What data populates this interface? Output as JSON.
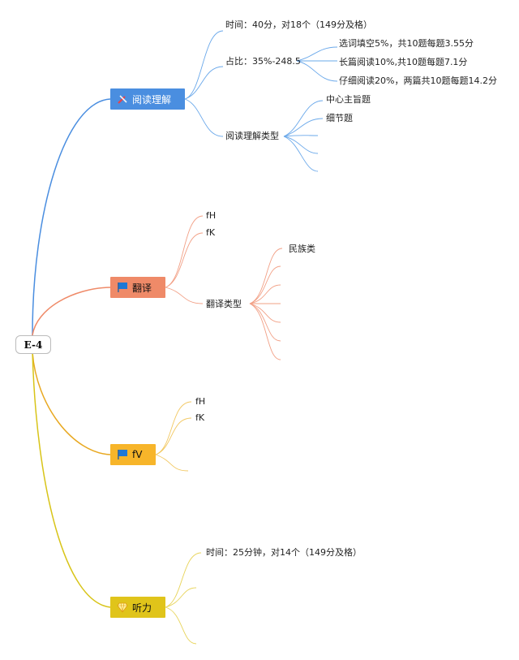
{
  "root": "E-4",
  "branches": {
    "reading": {
      "label": "阅读理解",
      "icon": "pencil-ruler-icon",
      "color": "#4a8ee0",
      "time": "时间：40分，对18个（149分及格）",
      "ratio": "占比：35%-248.5",
      "ratio_items": [
        "选词填空5%，共10题每题3.55分",
        "长篇阅读10%,共10题每题7.1分",
        "仔细阅读20%，两篇共10题每题14.2分"
      ],
      "types_label": "阅读理解类型",
      "types": [
        "中心主旨题",
        "细节题",
        "",
        "",
        ""
      ]
    },
    "translation": {
      "label": "翻译",
      "icon": "flag-icon",
      "color": "#ef8a68",
      "items": [
        "fH",
        "fK"
      ],
      "types_label": "翻译类型",
      "types": [
        "民族类",
        "",
        "",
        "",
        "",
        ""
      ]
    },
    "fv": {
      "label": "fV",
      "icon": "flag-icon",
      "color": "#f7b52a",
      "items": [
        "fH",
        "fK",
        ""
      ]
    },
    "listening": {
      "label": "听力",
      "icon": "diamond-icon",
      "color": "#e0c41a",
      "items": [
        "时间：25分钟，对14个（149分及格）",
        "",
        ""
      ]
    }
  }
}
